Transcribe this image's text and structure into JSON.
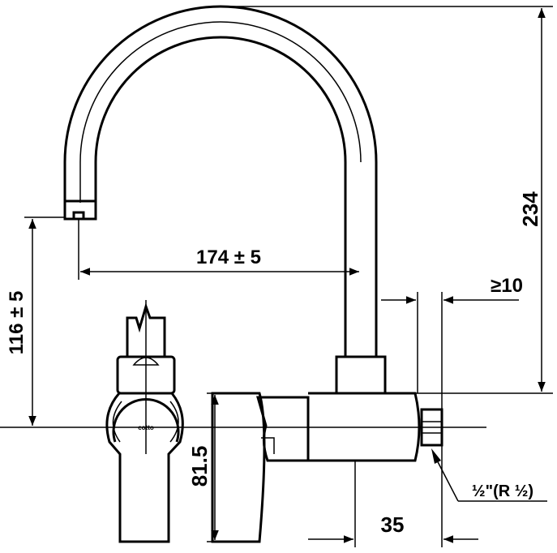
{
  "drawing": {
    "dimensions": {
      "height_total": "234",
      "spout_reach": "174 ± 5",
      "spout_height": "116 ± 5",
      "wall_clearance": "≥10",
      "body_height": "81.5",
      "body_depth": "35",
      "thread": "½\"(R ½)"
    },
    "logo": "cotto",
    "colors": {
      "line": "#000000",
      "background": "#ffffff"
    }
  }
}
